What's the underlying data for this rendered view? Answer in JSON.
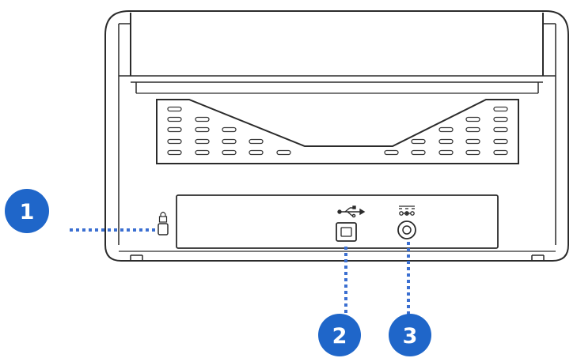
{
  "colors": {
    "outline": "#2b2b2b",
    "callout_fill": "#1f66c9",
    "callout_line": "#3b6fd1",
    "vent": "#3a3a3a",
    "background": "#ffffff"
  },
  "callouts": [
    {
      "number": "1",
      "target": "kensington-lock-slot"
    },
    {
      "number": "2",
      "target": "usb-port"
    },
    {
      "number": "3",
      "target": "power-jack"
    }
  ],
  "icons": [
    "lock-icon",
    "usb-icon",
    "dc-power-icon"
  ]
}
